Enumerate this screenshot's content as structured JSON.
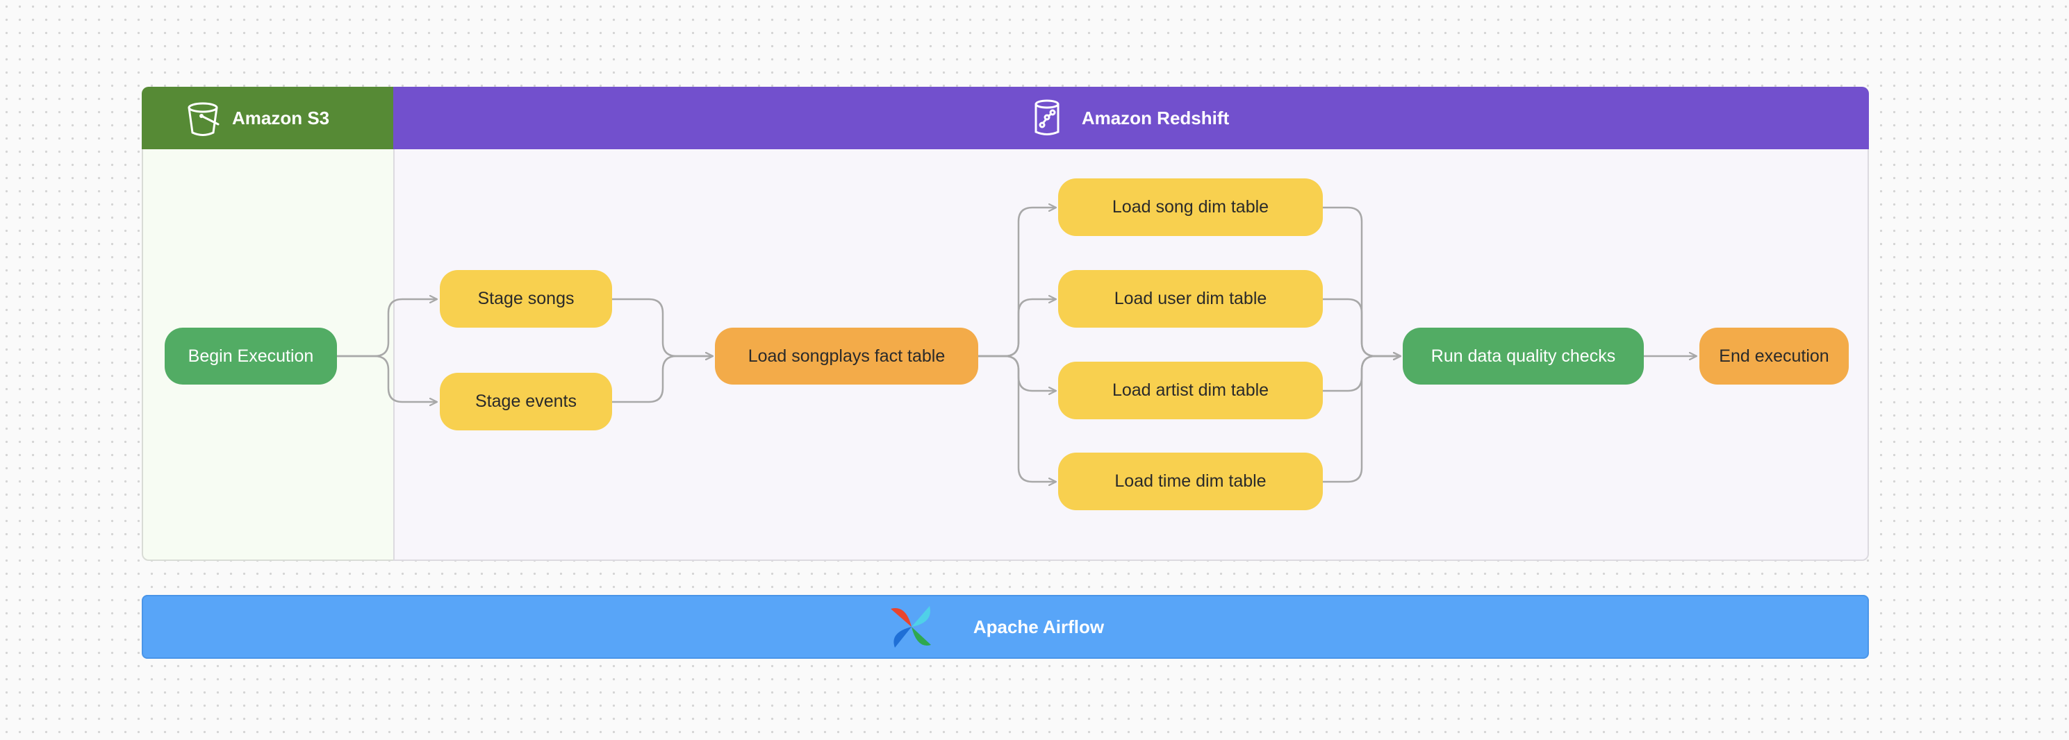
{
  "s3": {
    "title": "Amazon S3",
    "icon": "s3-bucket-icon"
  },
  "redshift": {
    "title": "Amazon Redshift",
    "icon": "redshift-icon"
  },
  "airflow": {
    "title": "Apache Airflow",
    "icon": "airflow-pinwheel-icon"
  },
  "nodes": {
    "begin": "Begin Execution",
    "stage_songs": "Stage songs",
    "stage_events": "Stage events",
    "load_songplays": "Load songplays fact table",
    "load_song_dim": "Load song dim table",
    "load_user_dim": "Load user dim table",
    "load_artist_dim": "Load artist dim table",
    "load_time_dim": "Load time dim table",
    "quality_checks": "Run data quality checks",
    "end": "End execution"
  },
  "edges": [
    [
      "begin",
      "stage_songs"
    ],
    [
      "begin",
      "stage_events"
    ],
    [
      "stage_songs",
      "load_songplays"
    ],
    [
      "stage_events",
      "load_songplays"
    ],
    [
      "load_songplays",
      "load_song_dim"
    ],
    [
      "load_songplays",
      "load_user_dim"
    ],
    [
      "load_songplays",
      "load_artist_dim"
    ],
    [
      "load_songplays",
      "load_time_dim"
    ],
    [
      "load_song_dim",
      "quality_checks"
    ],
    [
      "load_user_dim",
      "quality_checks"
    ],
    [
      "load_artist_dim",
      "quality_checks"
    ],
    [
      "load_time_dim",
      "quality_checks"
    ],
    [
      "quality_checks",
      "end"
    ]
  ],
  "colors": {
    "s3_header": "#568a35",
    "redshift_header": "#7250cd",
    "airflow_bar": "#58a5f8",
    "task_yellow": "#f8d04f",
    "task_orange": "#f3ab49",
    "task_green": "#52ac64",
    "connector": "#a8a8a8"
  }
}
